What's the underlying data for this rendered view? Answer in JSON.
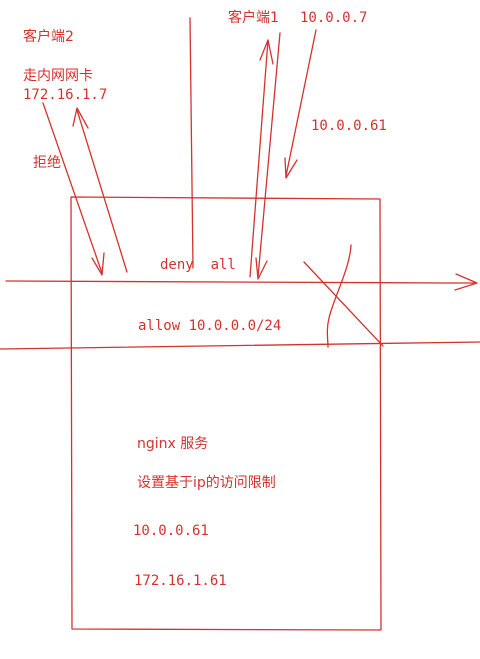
{
  "colors": {
    "ink": "#d4322e"
  },
  "labels": {
    "client2": "客户端2",
    "internal_nic": "走内网网卡",
    "client2_ip": "172.16.1.7",
    "rejected": "拒绝",
    "client1": "客户端1",
    "client1_ip": "10.0.0.7",
    "extra_ip": "10.0.0.61",
    "deny_rule": "deny  all",
    "allow_rule": "allow 10.0.0.0/24",
    "nginx_service": "nginx 服务",
    "ip_access_limit": "设置基于ip的访问限制",
    "server_ip_external": "10.0.0.61",
    "server_ip_internal": "172.16.1.61"
  }
}
